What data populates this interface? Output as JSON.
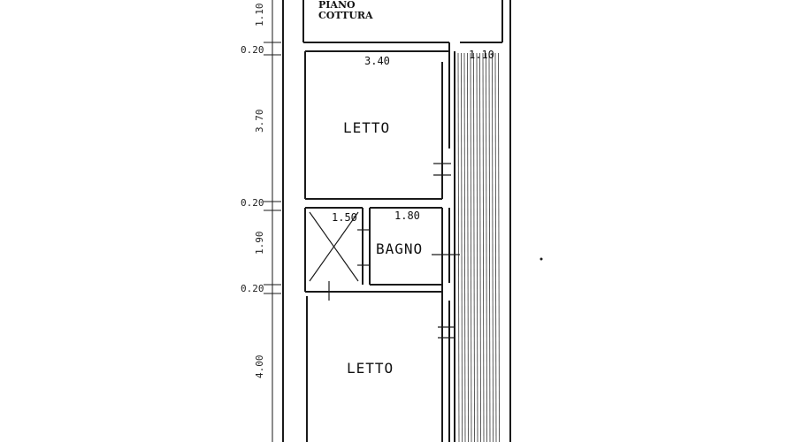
{
  "rooms": {
    "kitchen_line1": "PIANO",
    "kitchen_line2": "COTTURA",
    "bedroom_top": "LETTO",
    "bathroom": "BAGNO",
    "bedroom_bottom": "LETTO"
  },
  "dimensions": {
    "wall_top": "0.20",
    "bedroom_top_height": "3.70",
    "wall_mid": "0.20",
    "bath_height": "1.90",
    "wall_lower": "0.20",
    "bedroom_bottom_height": "4.00",
    "kitchen_height": "1.10",
    "bedroom_top_width": "3.40",
    "balcony_width": "1.10",
    "closet_width": "1.50",
    "bath_width": "1.80"
  },
  "colors": {
    "ink": "#1a1a1a",
    "paper": "#ffffff"
  }
}
